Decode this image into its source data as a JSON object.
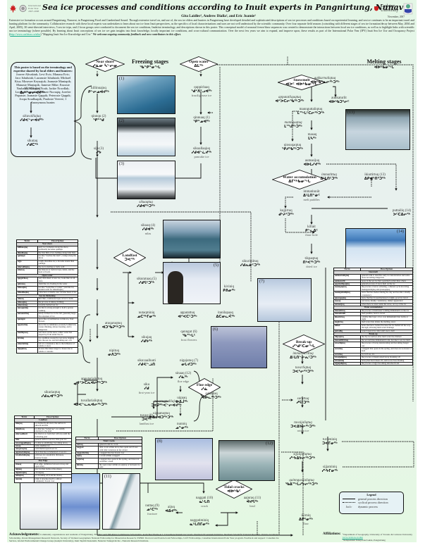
{
  "header": {
    "title": "Sea ice processes and conditions according to Inuit experts in Pangnirtung, Nunavut",
    "authors": "Gita Laidler¹, Andrew Dialla², and Eric Joamie²",
    "date": "November, 2007",
    "ipy_logo": "International Polar Year 2007-2008",
    "university": "Carleton University",
    "abstract": "Extensive ice formation occurs around Pangnirtung, Nunavut, in Pangnirtung Fiord and Cumberland Sound. Through extensive travel on, and use of, the sea ice elders and hunters in Pangnirtung have developed detailed and sophisticated descriptions of sea ice processes and conditions based on experiential learning, and sea ice continues to be an important travel and hunting platform for the community. Collaborative research with these local experts was undertaken to learn about sea ice from Inuit perspectives, as the specifics of local characterizations and uses are not well understood by the scientific community. Over four separate field seasons (coinciding with different stages of sea ice formation/decay between May, 2004 and April, 2005), 30 semi-directed interviews, 5 sea ice trips, and 2 focus groups were conducted to document the sea ice conditions, Inuktitut terminology, and descriptions shown in this poster. This conceptual model of seasonal freeze/thaw sequences was created to demonstrate the interactions between local sea ice conditions, as well as to highlight links with scientific sea ice terminology (where possible). By learning about Inuit conceptions of sea ice we gain insights into Inuit knowledge, locally important ice conditions, and cross-cultural communication. Over the next few years we aim to expand, and improve upon, these results as part of the International Polar Year (IPY) Inuit Sea Ice Use and Occupancy Project (",
    "abstract_link": "http://www.carleton.ca/siku",
    "abstract_tail": ") \"Mapping Inuit Sea Ice Knowledge and Use.\"",
    "abstract_bold": "We welcome ongoing community feedback and new contributors in this effort."
  },
  "contributors": {
    "heading": "This poster is based on the terminology and expertise shared by local elders and hunters:",
    "names": "Joavee Alivaktuk; Levi Evic; Manasa Evic; Jaco Ishulutak; Lazarusie Ishulutak; Michael Kisa; Mosesee Keyuajuk; Joanasie Maniapik; Manasie Maniapik; Jamesie Mike; Enoosie Nashalik; Manasie Noah; Jackie Nowdlak; Lootie Nowyook; Mosesee Nuvaqiq; Joeelee Papatsie; Joanasie Qappik; Peterosie Qappik; Joopa Soudluapik; Paulosie Veevee; 1 Anonymous hunter."
  },
  "stages": {
    "freezing": {
      "label": "Freezing stages",
      "syl": "ᖃᓐᑭᓐᓂᖓ"
    },
    "melting": {
      "label": "Melting stages",
      "syl": "ᐊᐅᒃᑲᓂᖓ"
    }
  },
  "diamonds": {
    "near_shore": {
      "label": "Near shore",
      "syl": "ᓯᓈᓂ ᓵᓪᓕᓂ"
    },
    "open_water": {
      "label": "Open water",
      "syl": "ᐃᒪᖅ"
    },
    "landfast": {
      "label": "Landfast",
      "syl": "ᑐᕙᖅ"
    },
    "floe_edge": {
      "label": "Floe edge",
      "syl": "ᓯᓈ"
    },
    "tidal_cracks": {
      "label": "Tidal cracks",
      "syl": "ᐊᐅᒃᑲᑦ"
    },
    "snowmelt": {
      "label": "Snowmelt",
      "syl": "ᐊᐳᑦ ᐊᐅᒃᑲᓂᖓ"
    },
    "water_accumulation": {
      "label": "Water accumulation",
      "syl": "ᐃᒥᖅᑲᓂᖓ"
    },
    "breakup": {
      "label": "Break-up",
      "syl": "ᓯᖁᑦᑕᓂᖓ"
    }
  },
  "terms": {
    "ikinuliajuq": {
      "nm": "ilinniliajuq",
      "syl": "ᐃᓕᓐᓂᓕᐊᔪᖅ"
    },
    "sikuvalliajuq": {
      "nm": "sikuvalliajuq",
      "syl": "ᓯᑯᕙᓪᓕᐊᔪᖅ"
    },
    "sikutaq": {
      "nm": "sikutaq",
      "syl": "ᓯᑯᑕᖅ"
    },
    "killinuajuq": {
      "nm": "killinuajuq",
      "syl": "ᑭᓪᓕᓄᐊᔪᖅ"
    },
    "qinnqu": {
      "nm": "qinnqu (2)",
      "syl": "ᕿᓐᖁ"
    },
    "sija": {
      "nm": "sija (3)",
      "syl": "ᓯᔭ"
    },
    "quppirluaq": {
      "nm": "quppirluaq",
      "syl": "ᖁᑉᐱᕐᓗᐊᖅ",
      "en": "frazil/grease ice"
    },
    "qinnuaq": {
      "nm": "qinnuaq (1)",
      "syl": "ᕿᓐᓄᐊᖅ"
    },
    "sikuallaajuq": {
      "nm": "sikuallaajuq",
      "syl": "ᓯᑯᐊᓪᓛᔪᖅ",
      "en": "pancake ice"
    },
    "sikuaqtuq": {
      "nm": "sikuaqtuq",
      "syl": "ᓯᑯᐊᖅᑐᖅ"
    },
    "sikuaq": {
      "nm": "sikuaq (4)",
      "syl": "ᓯᑯᐊᖅ",
      "en": "nilas"
    },
    "sikuraaq": {
      "nm": "sikuratuaq (5)",
      "syl": "ᓯᑯᕋᑦᑐᖅ"
    },
    "nutaqminiq": {
      "nm": "nutaqminiq",
      "syl": "ᓄᑕᖅᒥᓂᖅ"
    },
    "appatattuq": {
      "nm": "appatattuq",
      "syl": "ᐊᑉᐸᑕᑦᑐᖅ"
    },
    "itanilapaaq": {
      "nm": "itanilapaaq",
      "syl": "ᐃᑕᓂᓚᐹᖅ"
    },
    "kiviniq": {
      "nm": "kiviniq",
      "syl": "ᑭᕕᓂᖅ"
    },
    "sikuriniituq": {
      "nm": "sikuriniituq",
      "syl": "ᓯᑯᕆᓃᑦᑐᖅ"
    },
    "qanngut": {
      "nm": "qanngut (6)",
      "syl": "ᖃᙵᑦ",
      "en": "frost flowers"
    },
    "nigajutuq": {
      "nm": "nigajutuq (7)",
      "syl": "ᓂᒐᔪᑐᖅ"
    },
    "sikujaq": {
      "nm": "sikujaq",
      "syl": "ᓯᑯᔭᖅ"
    },
    "sikuvaalluuti": {
      "nm": "sikuvaalluuti",
      "syl": "ᓯᑯᕚᓪᓘᑎ"
    },
    "siku": {
      "nm": "siku",
      "syl": "ᓯᑯ",
      "en": "first-year ice"
    },
    "tuvarugpalliajuq": {
      "nm": "tuvarugpalliajuq",
      "syl": "ᑐᕙᕈᖅᐸᓪᓕᐊᔪᖅ"
    },
    "tuvaq": {
      "nm": "tuvaq (8)",
      "syl": "ᑐᕙᖅ",
      "en": "landfast ice"
    },
    "atuqaruqtuq": {
      "nm": "atuqaruqtuq",
      "syl": "ᐊᑐᖃᕈᖅᑐᖅ"
    },
    "nipituq": {
      "nm": "nipituq",
      "syl": "ᓂᐱᑐᖅ"
    },
    "sikuriaqtuq": {
      "nm": "sikuriaqtuq",
      "syl": "ᓯᑯᕆᐊᖅᑐᖅ"
    },
    "apputarialiqtuq": {
      "nm": "apputarialiqtuq",
      "syl": "ᐊᑉᐳᑕᕆᐊᓕᖅᑐᖅ"
    },
    "tuvallarialiqtuq": {
      "nm": "tuvallarialiqtuq",
      "syl": "ᑐᕙᓪᓚᕆᐊᓕᖅᑐᖅ"
    },
    "sinaaq": {
      "nm": "sinaaq (12)",
      "syl": "ᓯᓈᖅ",
      "en": "floe edge"
    },
    "uiguaq": {
      "nm": "uiguaq",
      "syl": "ᐅᐃᒎᖅ"
    },
    "uiguatuqtuq": {
      "nm": "uiguatuqtuq",
      "syl": "ᐅᐃᒍᐊᑐᖅᑐᖅ"
    },
    "nunniq": {
      "nm": "nunniq",
      "syl": "ᓄᓐᓂᖅ"
    },
    "aulaqtuq": {
      "nm": "aulaqtuq",
      "syl": "ᐊᐅᓚᖅᑐᖅ"
    },
    "nutaq": {
      "nm": "nuttaq (9)",
      "syl": "ᓄᑦᑕᖅ",
      "en": "fracture"
    },
    "aijuq": {
      "nm": "aijuq",
      "syl": "ᐊᐃᔪᖅ"
    },
    "naggati": {
      "nm": "naggati (10)",
      "syl": "ᓇᒡᒐᑎ",
      "en": "crack"
    },
    "aajuraq": {
      "nm": "aajuraq (11)",
      "syl": "ᐋᔪᕋᖅ",
      "en": "lead"
    },
    "naggatiminiq": {
      "nm": "naggatiminiq",
      "syl": "ᓇᒡᒐᑎᒥᓂᖅ"
    },
    "aukkarnaliqtuq": {
      "nm": "aukkarnaliqtuq",
      "syl": "ᐊᐅᒃᑲᕐᓇᓕᖅᑐᖅ"
    },
    "aukkaturlit": {
      "nm": "aukkaturlit",
      "syl": "ᐊᐅᒃᑲᑐᕐᓕᑦ"
    },
    "apputatlitqaqtuq": {
      "nm": "apputatliqaqtuq",
      "syl": "ᐊᑉᐳᑕᓕᖃᖅᑐᖅ"
    },
    "mannguttaliqtuq": {
      "nm": "mannguttaliqtuq",
      "syl": "ᒪᙵᑦᑕᓕᖅᑐᖅ"
    },
    "mannguqtuq": {
      "nm": "mannguqtuq",
      "syl": "ᒪᙳᖅᑐᖅ"
    },
    "qiosuqaqtuq": {
      "nm": "qiosuqaqtuq",
      "syl": "ᕿᓱᖃᖅᑐᖅ"
    },
    "masaq": {
      "nm": "masaq",
      "syl": "ᒪᓴᖅ"
    },
    "aumasijuq": {
      "nm": "aumasijuq",
      "syl": "ᐊᐅᒪᓯᔪᖅ"
    },
    "immatittuq": {
      "nm": "immatittuq",
      "syl": "ᐃᒻᒪᑎᑦᑐᖅ"
    },
    "ikiartirtuq": {
      "nm": "ikiartirtuq (13)",
      "syl": "ᐃᑭᐊᕐᑎᕐᑐᖅ"
    },
    "immatinniit": {
      "nm": "immatinniit",
      "syl": "ᐃᒻᒪᑎᓐᓃᑦ",
      "en": "melt puddles"
    },
    "kujjirtuq": {
      "nm": "kujjirtuq",
      "syl": "ᑯᔾᔨᕐᑐᖅ"
    },
    "puttailiq": {
      "nm": "puttailiq (14)",
      "syl": "ᐳᑦᑕᐃᓕᖅ"
    },
    "killait": {
      "nm": "killait",
      "syl": "ᑭᓪᓚᐃᑦ",
      "en": "thaw hole"
    },
    "tikpaqtuq": {
      "nm": "tikpaqtuq",
      "syl": "ᑎᒃᐸᖅᑐᖅ",
      "en": "dried ice"
    },
    "immatillirittuq": {
      "nm": "immatillirittuq",
      "syl": "ᐃᒻᒪᑎᓪᓕᕆᑦᑐᖅ"
    },
    "tuvarliqtuq": {
      "nm": "tuvarliqtuq",
      "syl": "ᑐᕙᕐᓕᖅᑐᖅ"
    },
    "surattuq": {
      "nm": "surattuq",
      "syl": "ᓱᕋᑦᑐᖅ"
    },
    "tuvaijaliqtuq": {
      "nm": "tuvaijaliqtuq",
      "syl": "ᑐᕙᐃᔭᓕᖅᑐᖅ",
      "en": "rotten ice"
    },
    "tuvaminiq": {
      "nm": "tuvaminiq",
      "syl": "ᑐᕙᒥᓂᖅ"
    },
    "sijjaijaliqtuq": {
      "nm": "sijjaijaliqtuq",
      "syl": "ᓯᔾᔭᐃᔭᓕᖅᑐᖅ"
    },
    "sijjaminiq": {
      "nm": "sijjaminiq",
      "syl": "ᓯᔾᔭᒥᓂᖅ"
    },
    "qainngusijaliqtuq": {
      "nm": "qainngusijaliqtuq",
      "syl": "ᖃᐃᙵᓯᔭᓕᖅᑐᖅ"
    },
    "ikirniq": {
      "nm": "ikirniq",
      "syl": "ᐃᑭᕐᓂᖅ",
      "en": "flaw"
    }
  },
  "photos": [
    "(1)",
    "(2)",
    "(3)",
    "(4)",
    "(5)",
    "(6)",
    "(7)",
    "(8)",
    "(9)",
    "(10)",
    "(11)",
    "(12)",
    "(13)",
    "(14)"
  ],
  "tables": {
    "headers": [
      "Term",
      "Description"
    ],
    "freezing": [
      {
        "sec": "Near shore"
      },
      {
        "t": "killinuajuq",
        "d": "early ice formation along the shore, eventually becomes qainngu"
      },
      {
        "t": "ilinniliajuq",
        "d": "the first film of ice forming along tidal flats"
      },
      {
        "t": "qainngu",
        "d": "ice that \"touches the land\", a ledge along the shore"
      },
      {
        "t": "sijja",
        "d": "rough, shoreline ice; a broader extent than qainngu"
      },
      {
        "t": "sikuvalliajuq",
        "d": "the ice is starting to form, well"
      },
      {
        "t": "sikutaq",
        "d": "the first ice to form in bays, inlets, and the head of fiords"
      },
      {
        "sec": "Open water"
      },
      {
        "t": "quppirluaq",
        "d": "very thin sheet of new ice, looks like an oil slick"
      },
      {
        "t": "qinnuaq",
        "d": "slush like ice floating in the water"
      },
      {
        "t": "sikuaqtuq",
        "d": "ice that \"looks like a cookie,\" pancake ice, modern term for sikuallaajuq"
      },
      {
        "t": "sikuallaajuq",
        "d": "collection of slushy, new circular mats of ice"
      },
      {
        "sec": "Sea ice thickening"
      },
      {
        "t": "sikuaq",
        "d": "first thin, continuous layer of ice to form"
      },
      {
        "t": "sikuaqtuq",
        "d": "the process of sikuaq forming"
      },
      {
        "t": "sikuratuaq",
        "d": "recently formed sea ice"
      },
      {
        "t": "nutaqminiq",
        "d": "ice that is strong enough to hold a person walking"
      },
      {
        "t": "nutaamiriaq",
        "d": "newly formed ice in the fall, generally large flat expanses of ice"
      },
      {
        "t": "qanngut",
        "d": "snow like crystallization on thin ice, frost flowers"
      },
      {
        "t": "appatattuq",
        "d": "snow that accumulates on newly formed ice; causes thinning, delays freezing, and is dangerous"
      },
      {
        "t": "itanilapaaq",
        "d": "wet snow on the snow, where water has seeped up from under the ice"
      },
      {
        "t": "kiviniq",
        "d": "ice condition created by wet snow sinking into the sea ice, and becoming part of it"
      },
      {
        "t": "sikuriniituq",
        "d": "soft ice consistency due to the influence of winds or snow"
      },
      {
        "t": "nigajutuq",
        "d": "an area that takes longer to freeze due to winds or currents"
      }
    ],
    "landfast": [
      {
        "sec": "Landfast"
      },
      {
        "t": "sikujaq",
        "d": "ice formed from snow, the surface is smooth and flat"
      },
      {
        "t": "sikujitsaq",
        "d": "ice that has \"locked up\", ice solidly attached to the land"
      },
      {
        "t": "sikuvaalluuti",
        "d": "the first ice to form that will stay until the following year"
      },
      {
        "t": "siku",
        "d": "general term for sea ice, first-year ice"
      },
      {
        "t": "tuvarugpalliajuq",
        "d": "ice that is solidifying, becoming tuvaq"
      },
      {
        "t": "tuvaq",
        "d": "solid, landfast ice"
      },
      {
        "t": "atuqaruqtuq",
        "d": "solid multi-layered sea ice"
      },
      {
        "t": "apputarialiqtuq",
        "d": "snow that has accumulated on sea ice"
      },
      {
        "t": "tuvallarialiqtuq",
        "d": "solid sea ice; unsuitable thickness, interior frozen"
      },
      {
        "sec": "Floe Edge"
      },
      {
        "t": "sinaaq",
        "d": "floe edge, definition between tuvaq and open water"
      },
      {
        "t": "uiguaq",
        "d": "new ice that forms at the sinaaq"
      },
      {
        "t": "uiguatuqtuq",
        "d": "old uiguaq"
      },
      {
        "t": "aulaqtuq",
        "d": "ice breaking off from the sinaaq"
      },
      {
        "t": "nunniq",
        "d": "when it attaches itself to almost completely frozen over"
      }
    ],
    "tidal": [
      {
        "sec": "Tidal Cracks"
      },
      {
        "t": "nuttaq",
        "d": "general term for crack"
      },
      {
        "t": "naggati",
        "d": "tidal crack within tuvaq that opens and closes with tidal variations in the winter"
      },
      {
        "t": "naggatiminiq",
        "d": "a naggati that has frozen over"
      },
      {
        "t": "aijuq",
        "d": "a crack within a naggati"
      },
      {
        "t": "aajuraq",
        "d": "a naggati that opens in the spring, and does not re-freeze: a lead"
      },
      {
        "t": "ikirniq",
        "d": "the open water within an aajuraq or between ice / pans"
      }
    ],
    "melting": [
      {
        "sec": "Snowmelt"
      },
      {
        "t": "aukkarnaliqtuq",
        "d": "general term to describe early ice deterioration and some areas becoming dangerous"
      },
      {
        "t": "aukkaturlit",
        "d": "areas in the sea ice that open/melt earlier than others"
      },
      {
        "t": "apputatliqaqtuq",
        "d": "general process of snow melt on the ice"
      },
      {
        "t": "mannguqtuq",
        "d": "the process of snow softening, a diurnal cycle involving mannguttaliqtuq and qiosuqaqtuq"
      },
      {
        "t": "mannguttaliqtuq",
        "d": "snow that has melted during the day and become a slushy consistency"
      },
      {
        "t": "qiosuqaqtuq",
        "d": "snow that has frozen/hardened at night, good for travel"
      },
      {
        "t": "masaq",
        "d": "wet snow, mushy consistency, darker appearance"
      },
      {
        "t": "aumasijuq",
        "d": "when there is water under the snow, on top of the ice"
      },
      {
        "sec": "Water accumulation"
      },
      {
        "t": "immatittuq",
        "d": "the process of meltwater forming immatinniit on the ice"
      },
      {
        "t": "immatinniit",
        "d": "melt puddles, hard to travel"
      },
      {
        "t": "ikiartirtuq",
        "d": "a brittle thin layer of ice over immatinniit that forms at night"
      },
      {
        "t": "kujjirtuq",
        "d": "melt water that drains the melting, snow"
      },
      {
        "t": "killait",
        "d": "holes that have formed because the ice melted all the way through, allowing melt water drainage"
      },
      {
        "t": "puttailiq",
        "d": "water layered ice after until snow, melt"
      },
      {
        "sec": "Break-up"
      },
      {
        "t": "tikpaqtuq",
        "d": "the dry ice surface after melt water has drained"
      },
      {
        "t": "immatillirittuq",
        "d": "the second time immatinniit form, but due to sea ice melt"
      },
      {
        "t": "tuvarliqtuq",
        "d": "the process of tuvaq deteriorating and becoming danger ous"
      },
      {
        "t": "surattuq",
        "d": "a naggati that opens in the spring, and does not re-freeze: a lead"
      },
      {
        "t": "surattuq",
        "d": "ice in floes, ice"
      },
      {
        "t": "tuvaijaliqtuq",
        "d": "the process of deteriorated tuvaq breaking off"
      },
      {
        "t": "tuvaminiq",
        "d": "tuvaq that has broken off, and is now free-floating"
      },
      {
        "t": "sijjaijaliqtuq",
        "d": "the process of sijja becoming detached from"
      }
    ]
  },
  "legend": {
    "title": "Legend",
    "items": [
      {
        "sym": "solid",
        "label": "general process direction"
      },
      {
        "sym": "dotted",
        "label": "cyclical process direction"
      },
      {
        "sym": "italic",
        "key": "Italic",
        "label": "dynamic process"
      }
    ]
  },
  "footer": {
    "ack_label": "Acknowledgements:",
    "ack_text": "Community organizations and residents of Pangnirtung. Funding: ACUNS Polar Commission Scholarship, ArcticNet Theme 4.2, Cryosphere System in Canada, Northern Ecosystem Initiative, Northern Scientific Training Program, Ontario Graduate Scholarship, Ocean Management Research Network, Society of Women Geographers National Fellowship for Dissertation Research, SSHRC Doctoral and Postdoctoral Fellowships, UofT Fellowships, Canadian International Polar Year program. Feedback and support: Canadian Ice Service, Global Environmental Change Group (Guelph University), Inuit Tapiriit Kanatami, Nunavut Tunngavik Inc., Nunavut Research Institute.",
    "aff_label": "Affiliations:",
    "aff1": "¹ Department of Geography, University of Toronto & Carleton University",
    "aff1_link": "www.carleton.ca/siku",
    "aff2": "² Independent Interpreter/Guide, Pangnirtung"
  }
}
